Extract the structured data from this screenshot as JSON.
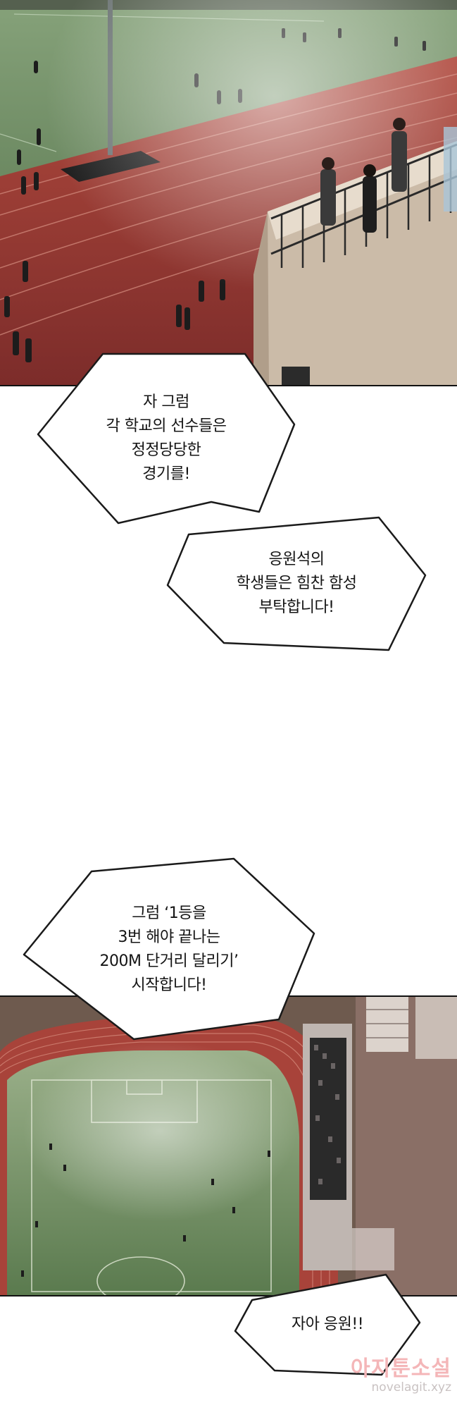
{
  "bubbles": [
    {
      "id": "bubble-1",
      "lines": [
        "자 그럼",
        "각 학교의 선수들은",
        "정정당당한",
        "경기를!"
      ]
    },
    {
      "id": "bubble-2",
      "lines": [
        "응원석의",
        "학생들은 힘찬 함성",
        "부탁합니다!"
      ]
    },
    {
      "id": "bubble-3",
      "lines": [
        "그럼 ‘1등을",
        "3번 해야 끝나는",
        "200M 단거리 달리기’",
        "시작합니다!"
      ]
    },
    {
      "id": "bubble-4",
      "lines": [
        "자아 응원!!"
      ]
    }
  ],
  "watermark": {
    "main": "아지툰소설",
    "sub": "novelagit.xyz"
  },
  "colors": {
    "track": "#a8433a",
    "field": "#5b7a4e",
    "outline": "#1a1a1a",
    "background": "#ffffff"
  }
}
